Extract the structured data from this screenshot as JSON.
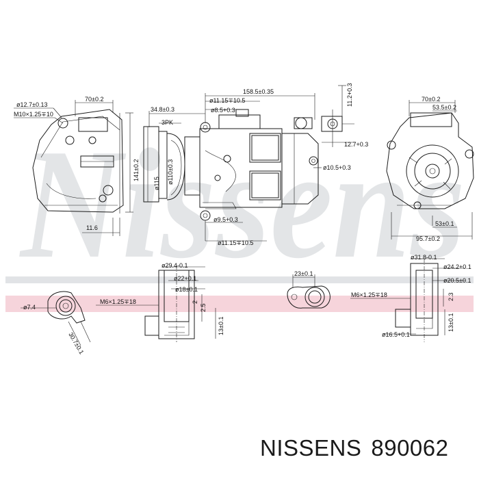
{
  "watermark": "Nissens",
  "footer": {
    "brand": "NISSENS",
    "part_number": "890062"
  },
  "dimensions": {
    "d12_7": "ø12.7±0.13",
    "m10": "M10×1.25∓10",
    "w70_left": "70±0.2",
    "h141": "141±0.2",
    "d115": "ø115",
    "d110": "ø110±0.3",
    "w11_6": "11.6",
    "w34_8": "34.8±0.3",
    "belt": "3PK",
    "w158_5": "158.5±0.35",
    "d11_15_top": "ø11.15∓10.5",
    "d8_5": "ø8.5+0.3",
    "d10_5": "ø10.5+0.3",
    "d9_5": "ø9.5+0.3",
    "d11_15_bot": "ø11.15∓10.5",
    "h11_2": "11.2+0.3",
    "w12_7": "12.7+0.3",
    "w70_right": "70±0.2",
    "w53_5": "53.5±0.2",
    "w53": "53±0.1",
    "w95_7": "95.7±0.2",
    "d7_4": "ø7.4",
    "w30_7": "30.7±0.1",
    "d29_4": "ø29.4-0.1",
    "d22": "ø22+0.1",
    "d18": "ø18±0.1",
    "m6_left": "M6×1.25∓18",
    "h2": "2",
    "h2_5": "2.5",
    "h13": "13±0.1",
    "w23": "23±0.1",
    "d31_8": "ø31.8-0.1",
    "d24_2": "ø24.2+0.1",
    "d20_5": "ø20.5±0.1",
    "m6_right": "M6×1.25∓18",
    "h2_3": "2.3",
    "h13_right": "13±0.1",
    "d16_5": "ø16.5+0.1"
  }
}
